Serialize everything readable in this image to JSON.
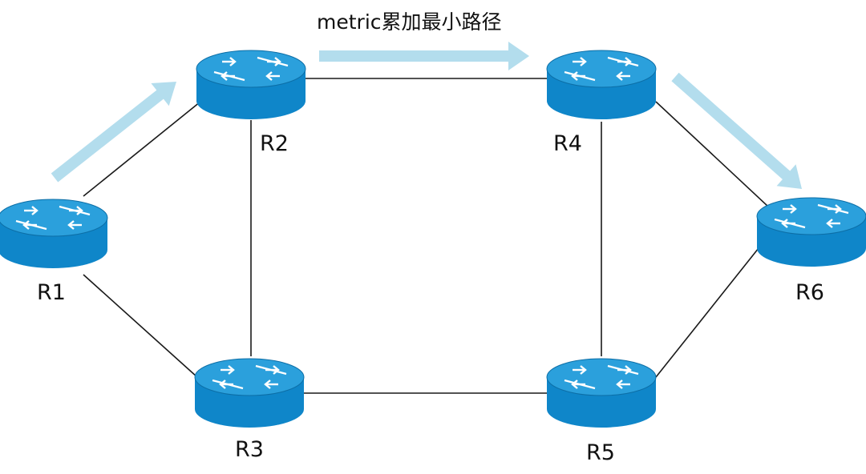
{
  "caption": "metric累加最小路径",
  "routers": [
    {
      "id": "R1",
      "label": "R1"
    },
    {
      "id": "R2",
      "label": "R2"
    },
    {
      "id": "R3",
      "label": "R3"
    },
    {
      "id": "R4",
      "label": "R4"
    },
    {
      "id": "R5",
      "label": "R5"
    },
    {
      "id": "R6",
      "label": "R6"
    }
  ],
  "links": [
    [
      "R1",
      "R2"
    ],
    [
      "R1",
      "R3"
    ],
    [
      "R2",
      "R3"
    ],
    [
      "R2",
      "R4"
    ],
    [
      "R3",
      "R5"
    ],
    [
      "R4",
      "R5"
    ],
    [
      "R4",
      "R6"
    ],
    [
      "R5",
      "R6"
    ]
  ],
  "highlighted_path": [
    "R1",
    "R2",
    "R4",
    "R6"
  ],
  "colors": {
    "router_body": "#0f86c9",
    "router_top": "#2ba0dc",
    "link": "#1a1a1a",
    "path_arrow": "#b3dded"
  },
  "icon": "router-icon"
}
